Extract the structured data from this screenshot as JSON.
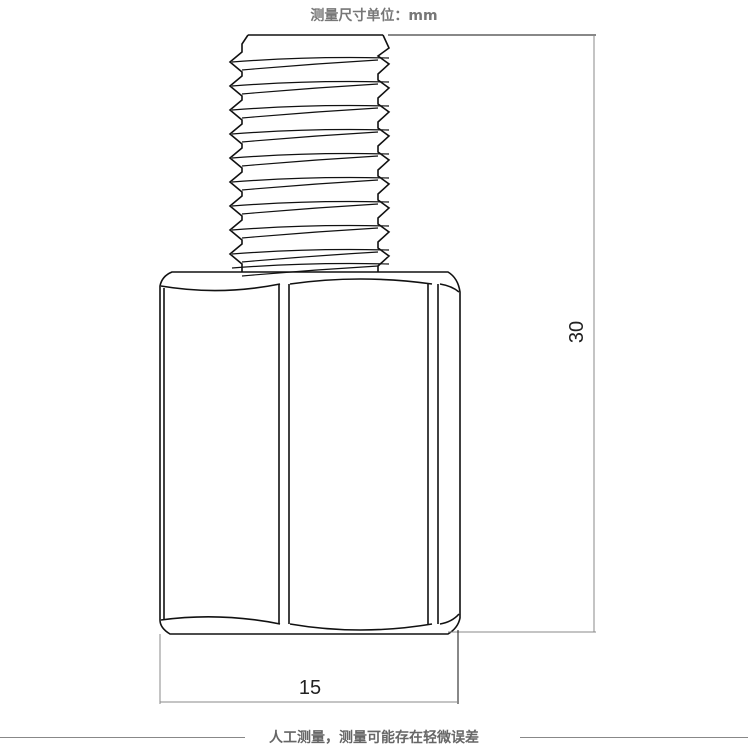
{
  "header": {
    "unit_label": "测量尺寸单位：mm"
  },
  "footer": {
    "note": "人工测量，测量可能存在轻微误差"
  },
  "dimensions": {
    "height": "30",
    "width": "15"
  },
  "colors": {
    "line": "#111111",
    "dim_line": "#888888",
    "text": "#777777"
  }
}
